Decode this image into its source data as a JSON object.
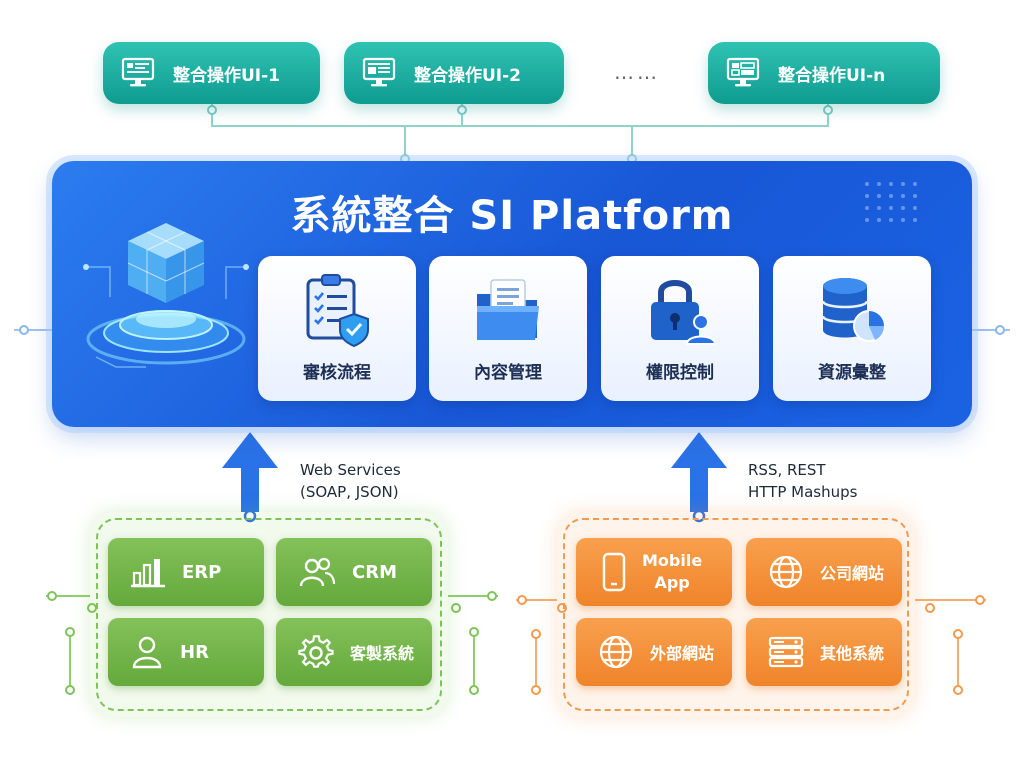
{
  "top_uis": [
    {
      "label": "整合操作UI-1"
    },
    {
      "label": "整合操作UI-2"
    },
    {
      "label": "整合操作UI-n"
    }
  ],
  "ellipsis": "……",
  "platform": {
    "title": "系統整合 SI Platform",
    "modules": [
      {
        "label": "審核流程",
        "icon": "checklist-shield-icon"
      },
      {
        "label": "內容管理",
        "icon": "folder-document-icon"
      },
      {
        "label": "權限控制",
        "icon": "lock-user-icon"
      },
      {
        "label": "資源彙整",
        "icon": "database-chart-icon"
      }
    ]
  },
  "connections": {
    "left": {
      "line1": "Web Services",
      "line2": "(SOAP, JSON)"
    },
    "right": {
      "line1": "RSS, REST",
      "line2": "HTTP Mashups"
    }
  },
  "left_group": [
    {
      "label": "ERP",
      "icon": "bar-chart-icon"
    },
    {
      "label": "CRM",
      "icon": "users-icon"
    },
    {
      "label": "HR",
      "icon": "person-icon"
    },
    {
      "label": "客製系統",
      "icon": "gear-icon"
    }
  ],
  "right_group": [
    {
      "label_line1": "Mobile",
      "label_line2": "App",
      "icon": "smartphone-icon"
    },
    {
      "label": "公司網站",
      "icon": "globe-icon"
    },
    {
      "label": "外部網站",
      "icon": "globe-icon"
    },
    {
      "label": "其他系統",
      "icon": "server-icon"
    }
  ],
  "colors": {
    "teal": "#1aa99b",
    "blue": "#1e63e0",
    "green": "#72b34a",
    "orange": "#f38f38",
    "arrow": "#2a72e6"
  }
}
